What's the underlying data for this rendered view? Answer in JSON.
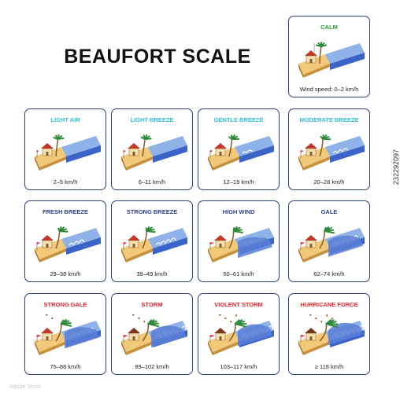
{
  "title": "BEAUFORT SCALE",
  "colors": {
    "cyan": "#2fbfd8",
    "navy": "#2f3f8a",
    "red": "#e8262a",
    "calm_green": "#2a9d3a",
    "border": "#2f3f7a"
  },
  "scales": [
    {
      "name": "CALM",
      "speed": "Wind speed: 0–2 km/h",
      "color": "#2a9d3a",
      "level": 0
    },
    {
      "name": "LIGHT AIR",
      "speed": "2–5 km/h",
      "color": "#2fbfd8",
      "level": 1
    },
    {
      "name": "LIGHT BREEZE",
      "speed": "6–11 km/h",
      "color": "#2fbfd8",
      "level": 2
    },
    {
      "name": "GENTLE BREEZE",
      "speed": "12–19 km/h",
      "color": "#2fbfd8",
      "level": 3
    },
    {
      "name": "MODERATE BREEZE",
      "speed": "20–28 km/h",
      "color": "#2fbfd8",
      "level": 4
    },
    {
      "name": "FRESH BREEZE",
      "speed": "29–38 km/h",
      "color": "#2f3f8a",
      "level": 5
    },
    {
      "name": "STRONG BREEZE",
      "speed": "39–49 km/h",
      "color": "#2f3f8a",
      "level": 6
    },
    {
      "name": "HIGH WIND",
      "speed": "50–61 km/h",
      "color": "#2f3f8a",
      "level": 7
    },
    {
      "name": "GALE",
      "speed": "62–74 km/h",
      "color": "#2f3f8a",
      "level": 8
    },
    {
      "name": "STRONG GALE",
      "speed": "75–88 km/h",
      "color": "#e8262a",
      "level": 9
    },
    {
      "name": "STORM",
      "speed": "89–102 km/h",
      "color": "#e8262a",
      "level": 10
    },
    {
      "name": "VIOLENT STORM",
      "speed": "103–117 km/h",
      "color": "#e8262a",
      "level": 11
    },
    {
      "name": "HURRICANE FORCE",
      "speed": "≥ 118 km/h",
      "color": "#e8262a",
      "level": 12
    }
  ],
  "footer": "Adobe Stock",
  "watermark": "232292097"
}
